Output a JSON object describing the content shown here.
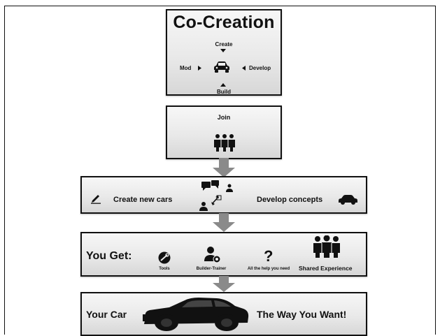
{
  "box1": {
    "title": "Co-Creation",
    "create": "Create",
    "mod": "Mod",
    "develop": "Develop",
    "build": "Build",
    "center_icon": "car-icon"
  },
  "box2": {
    "label": "Join",
    "icon": "group-icon"
  },
  "box3": {
    "left_label": "Create new cars",
    "right_label": "Develop concepts",
    "icons": [
      "pencil-icon",
      "chat-bubbles-icon",
      "car-icon"
    ]
  },
  "box4": {
    "heading": "You Get:",
    "items": [
      {
        "label": "Tools",
        "icon": "wrench-icon"
      },
      {
        "label": "Builder-Trainer",
        "icon": "trainer-icon"
      },
      {
        "label": "All the help you need",
        "icon": "question-icon"
      },
      {
        "label": "Shared Experience",
        "icon": "group-icon"
      }
    ]
  },
  "box5": {
    "left_label": "Your Car",
    "right_label": "The Way You Want!",
    "icon": "suv-silhouette-icon"
  },
  "colors": {
    "box_top": "#f7f7f7",
    "box_bottom": "#d7d7d7",
    "arrow": "#8a8a8a",
    "ink": "#111111"
  }
}
